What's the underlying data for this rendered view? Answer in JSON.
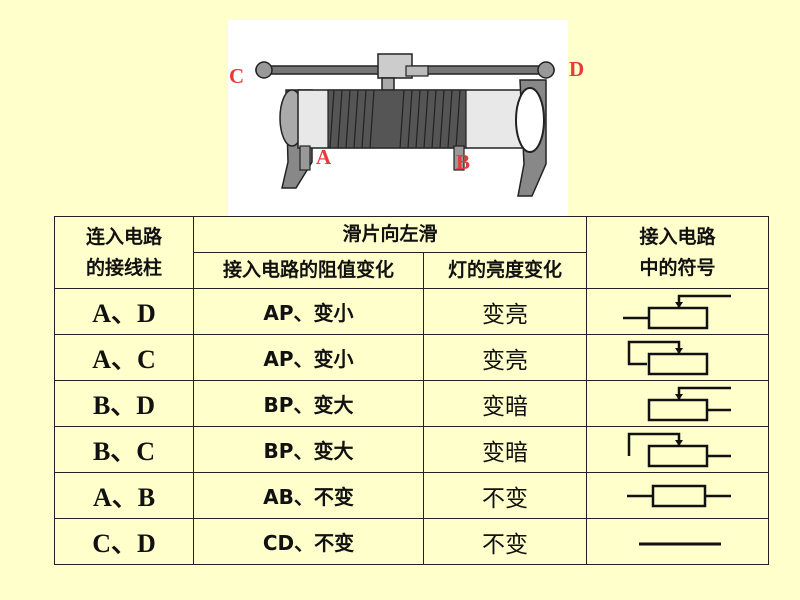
{
  "terminals": {
    "c": "C",
    "d": "D",
    "a": "A",
    "b": "B"
  },
  "table": {
    "header": {
      "col1": [
        "连入电路",
        "的接线柱"
      ],
      "slider": "滑片向左滑",
      "sub_res": "接入电路的阻值变化",
      "sub_bright": "灯的亮度变化",
      "col4": [
        "接入电路",
        "中的符号"
      ]
    },
    "rows": [
      {
        "pair": "A、D",
        "res": "AP、变小",
        "bright": "变亮",
        "symbol": "rheostat-left-top"
      },
      {
        "pair": "A、C",
        "res": "AP、变小",
        "bright": "变亮",
        "symbol": "rheostat-left-top"
      },
      {
        "pair": "B、D",
        "res": "BP、变大",
        "bright": "变暗",
        "symbol": "rheostat-right-top"
      },
      {
        "pair": "B、C",
        "res": "BP、变大",
        "bright": "变暗",
        "symbol": "rheostat-right-top"
      },
      {
        "pair": "A、B",
        "res": "AB、不变",
        "bright": "不变",
        "symbol": "resistor"
      },
      {
        "pair": "C、D",
        "res": "CD、不变",
        "bright": "不变",
        "symbol": "wire"
      }
    ]
  }
}
